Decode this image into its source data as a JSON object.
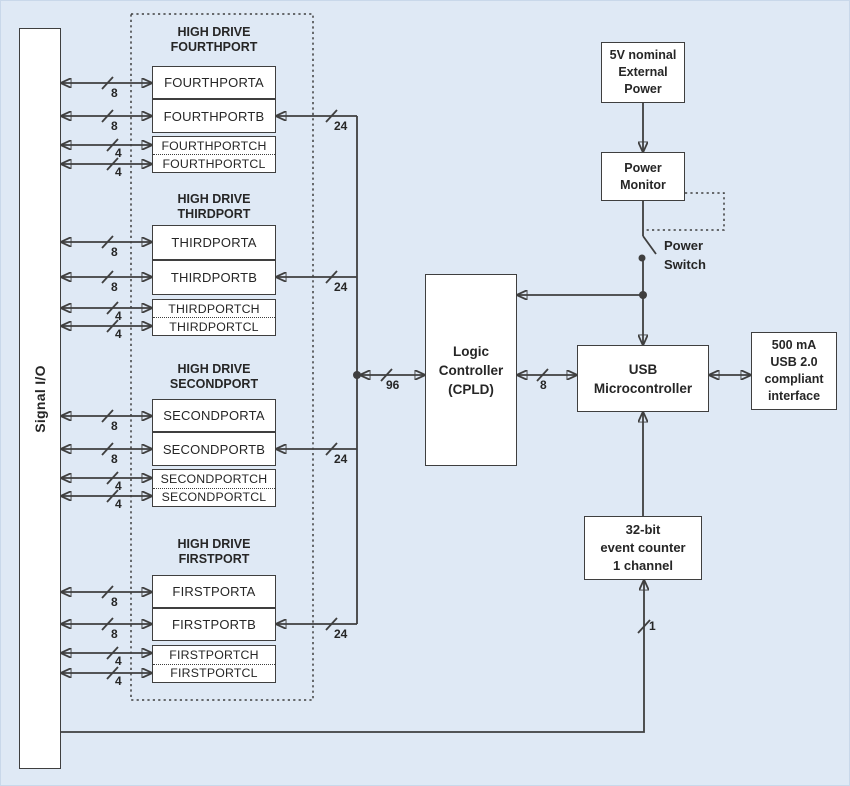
{
  "diagram": {
    "signal_io": "Signal I/O",
    "groups": [
      {
        "title1": "HIGH DRIVE",
        "title2": "FOURTHPORT",
        "port_a": "FOURTHPORTA",
        "port_b": "FOURTHPORTB",
        "port_ch": "FOURTHPORTCH",
        "port_cl": "FOURTHPORTCL",
        "w_a": "8",
        "w_b": "8",
        "w_ch": "4",
        "w_cl": "4",
        "w_bus": "24"
      },
      {
        "title1": "HIGH DRIVE",
        "title2": "THIRDPORT",
        "port_a": "THIRDPORTA",
        "port_b": "THIRDPORTB",
        "port_ch": "THIRDPORTCH",
        "port_cl": "THIRDPORTCL",
        "w_a": "8",
        "w_b": "8",
        "w_ch": "4",
        "w_cl": "4",
        "w_bus": "24"
      },
      {
        "title1": "HIGH DRIVE",
        "title2": "SECONDPORT",
        "port_a": "SECONDPORTA",
        "port_b": "SECONDPORTB",
        "port_ch": "SECONDPORTCH",
        "port_cl": "SECONDPORTCL",
        "w_a": "8",
        "w_b": "8",
        "w_ch": "4",
        "w_cl": "4",
        "w_bus": "24"
      },
      {
        "title1": "HIGH DRIVE",
        "title2": "FIRSTPORT",
        "port_a": "FIRSTPORTA",
        "port_b": "FIRSTPORTB",
        "port_ch": "FIRSTPORTCH",
        "port_cl": "FIRSTPORTCL",
        "w_a": "8",
        "w_b": "8",
        "w_ch": "4",
        "w_cl": "4",
        "w_bus": "24"
      }
    ],
    "cpld": {
      "line1": "Logic",
      "line2": "Controller",
      "line3": "(CPLD)"
    },
    "usb_mcu": {
      "line1": "USB",
      "line2": "Microcontroller"
    },
    "usb_if": {
      "line1": "500 mA",
      "line2": "USB 2.0",
      "line3": "compliant",
      "line4": "interface"
    },
    "ext_power": {
      "line1": "5V nominal",
      "line2": "External",
      "line3": "Power"
    },
    "power_monitor": {
      "line1": "Power",
      "line2": "Monitor"
    },
    "power_switch": {
      "line1": "Power",
      "line2": "Switch"
    },
    "event_counter": {
      "line1": "32-bit",
      "line2": "event counter",
      "line3": "1 channel"
    },
    "bus_96": "96",
    "bus_8": "8",
    "bus_1": "1"
  },
  "colors": {
    "background": "#dfe9f5",
    "line": "#3f3f3f",
    "box_fill": "#ffffff",
    "text": "#262626"
  }
}
